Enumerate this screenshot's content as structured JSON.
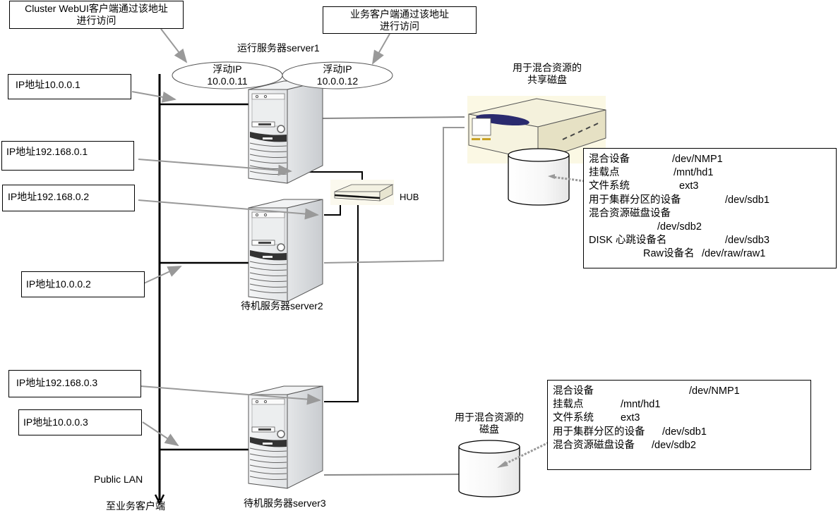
{
  "callouts": {
    "webui_access": [
      "Cluster WebUI客户端通过该地址",
      "进行访问"
    ],
    "business_access": [
      "业务客户端通过该地址",
      "进行访问"
    ]
  },
  "floating_ips": [
    {
      "label": "浮动IP",
      "ip": "10.0.0.11"
    },
    {
      "label": "浮动IP",
      "ip": "10.0.0.12"
    }
  ],
  "servers": {
    "server1": "运行服务器server1",
    "server2": "待机服务器server2",
    "server3": "待机服务器server3"
  },
  "ip_labels": {
    "s1_public": "IP地址10.0.0.1",
    "s1_private": "IP地址192.168.0.1",
    "s2_private": "IP地址192.168.0.2",
    "s2_public": "IP地址10.0.0.2",
    "s3_private": "IP地址192.168.0.3",
    "s3_public": "IP地址10.0.0.3"
  },
  "hub_label": "HUB",
  "network": {
    "public_lan": "Public LAN",
    "to_clients": "至业务客户端"
  },
  "shared_disk": {
    "title": [
      "用于混合资源的",
      "共享磁盘"
    ],
    "info": [
      {
        "k": "混合设备",
        "v": "/dev/NMP1"
      },
      {
        "k": "挂载点",
        "v": "/mnt/hd1"
      },
      {
        "k": "文件系统",
        "v": "ext3"
      },
      {
        "k": "用于集群分区的设备",
        "v": "/dev/sdb1"
      },
      {
        "k": "混合资源磁盘设备",
        "v": ""
      },
      {
        "k": "",
        "v": "/dev/sdb2"
      },
      {
        "k": "DISK 心跳设备名",
        "v": "/dev/sdb3"
      },
      {
        "k": "Raw设备名",
        "v": "/dev/raw/raw1"
      }
    ]
  },
  "local_disk": {
    "title": [
      "用于混合资源的",
      "磁盘"
    ],
    "info": [
      {
        "k": "混合设备",
        "v": "/dev/NMP1"
      },
      {
        "k": "挂载点",
        "v": "/mnt/hd1"
      },
      {
        "k": "文件系统",
        "v": "ext3"
      },
      {
        "k": "用于集群分区的设备",
        "v": "/dev/sdb1"
      },
      {
        "k": "混合资源磁盘设备",
        "v": "/dev/sdb2"
      }
    ]
  }
}
